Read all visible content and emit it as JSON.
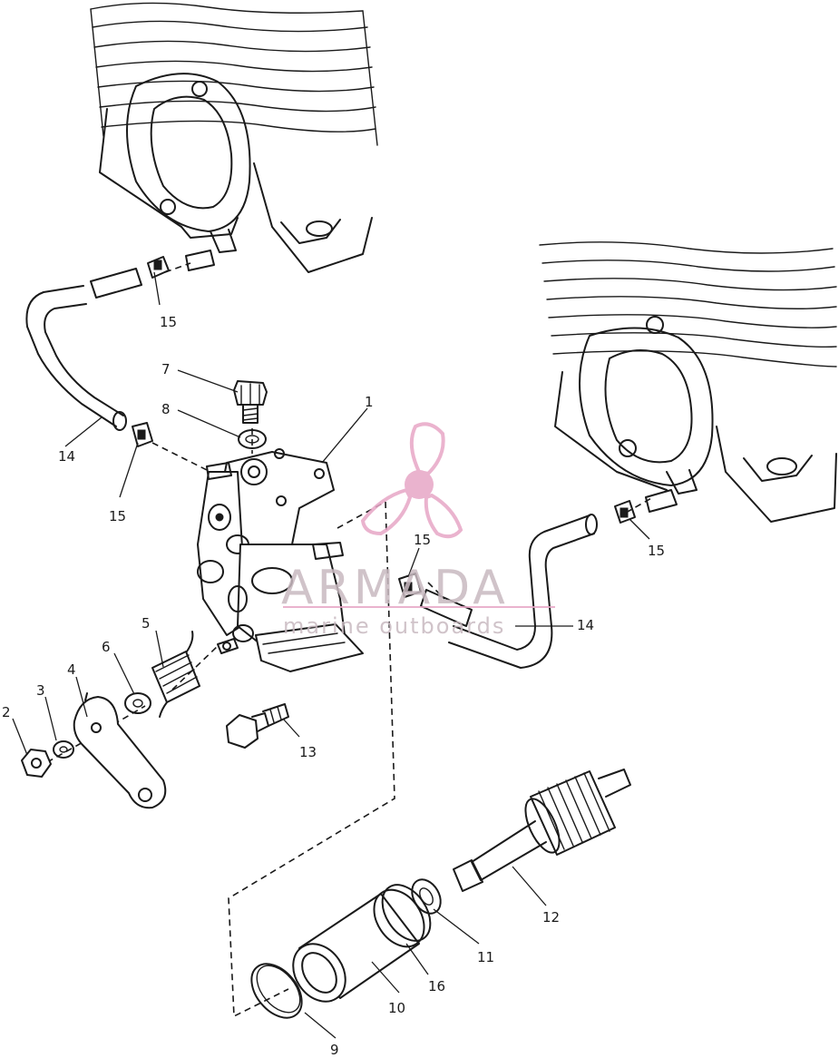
{
  "callouts": [
    {
      "label": "1"
    },
    {
      "label": "2"
    },
    {
      "label": "3"
    },
    {
      "label": "4"
    },
    {
      "label": "5"
    },
    {
      "label": "6"
    },
    {
      "label": "7"
    },
    {
      "label": "8"
    },
    {
      "label": "9"
    },
    {
      "label": "10"
    },
    {
      "label": "11"
    },
    {
      "label": "12"
    },
    {
      "label": "13"
    },
    {
      "label": "14"
    },
    {
      "label": "14"
    },
    {
      "label": "15"
    },
    {
      "label": "15"
    },
    {
      "label": "15"
    },
    {
      "label": "15"
    },
    {
      "label": "16"
    }
  ],
  "watermark": {
    "brand": "ARMADA",
    "tagline": "marine outboards",
    "color": "#e7a6c6",
    "text_color": "#c8b9c0"
  }
}
